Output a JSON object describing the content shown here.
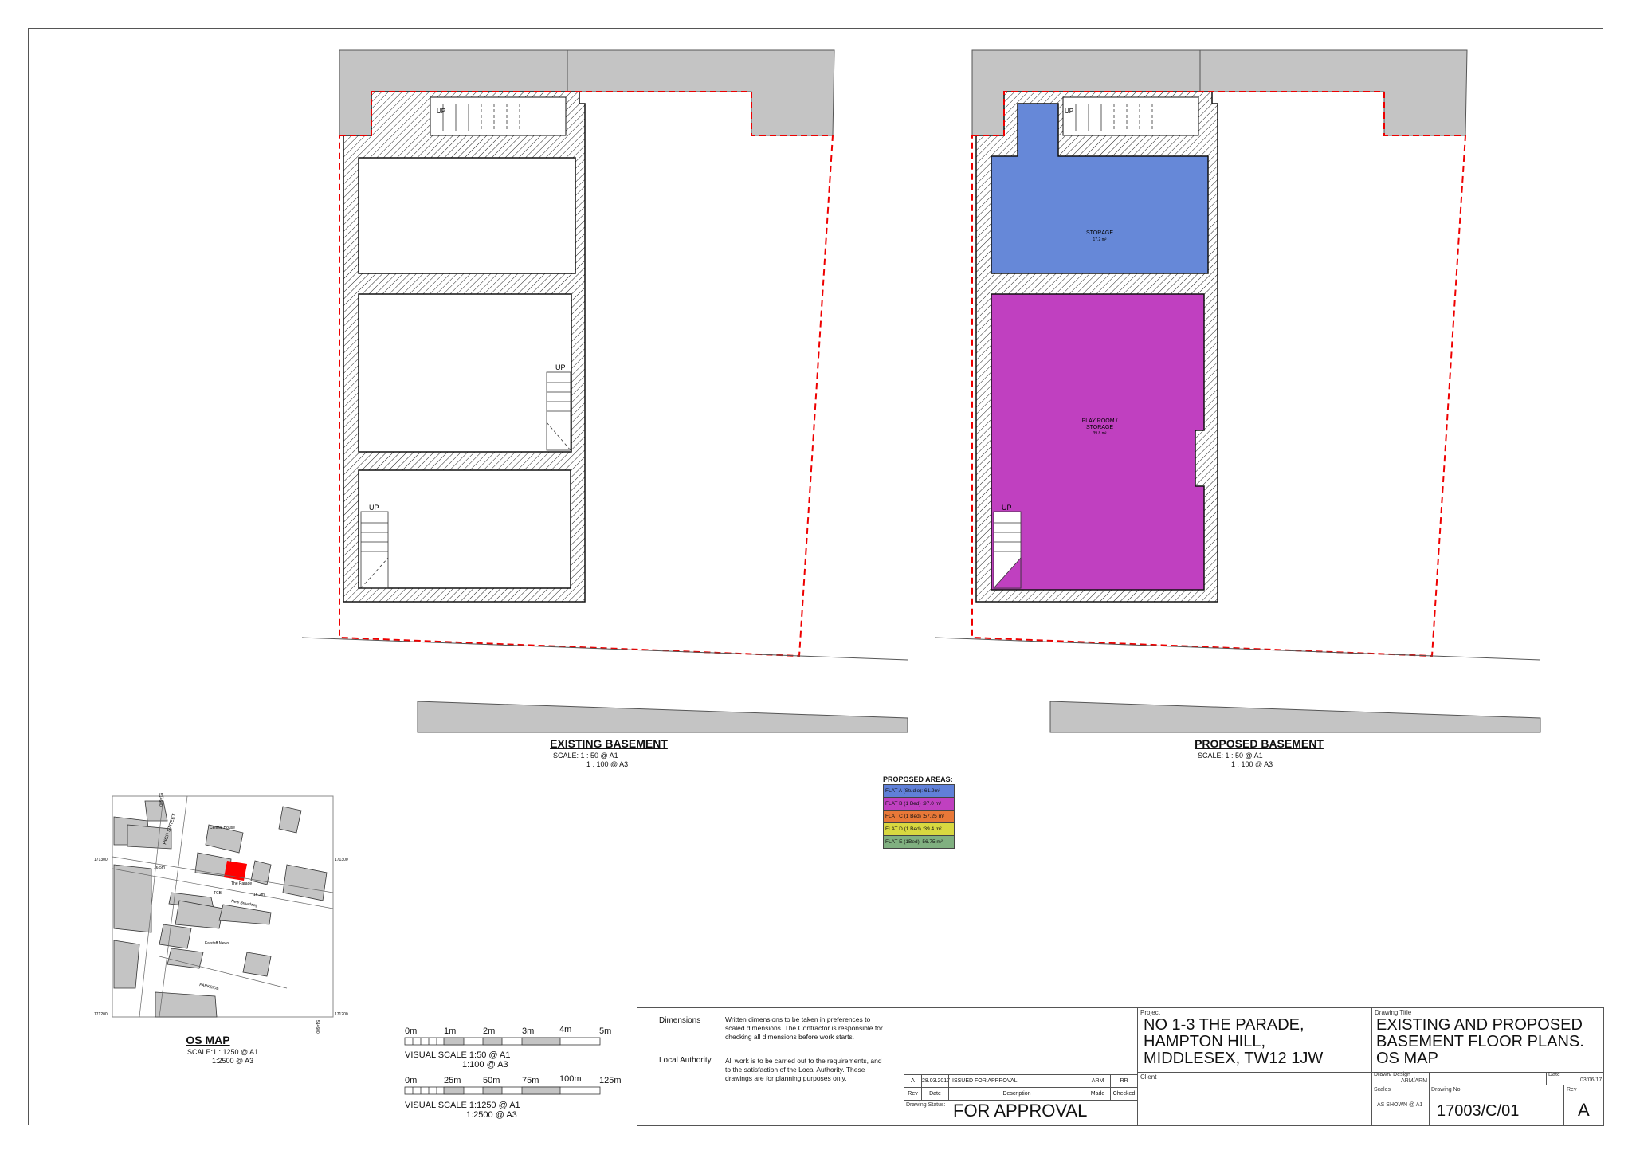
{
  "existing": {
    "title": "EXISTING BASEMENT",
    "scale_line1": "SCALE: 1 : 50 @ A1",
    "scale_line2": "1 : 100 @ A3",
    "up_labels": [
      "UP",
      "UP",
      "UP"
    ]
  },
  "proposed": {
    "title": "PROPOSED BASEMENT",
    "scale_line1": "SCALE: 1 : 50 @ A1",
    "scale_line2": "1 : 100 @ A3",
    "up_labels": [
      "UP",
      "UP"
    ],
    "rooms": [
      {
        "name": "STORAGE",
        "area": "17.2 m²",
        "color": "#6688d8"
      },
      {
        "name_line1": "PLAY ROOM /",
        "name_line2": "STORAGE",
        "area": "39.8 m²",
        "color": "#c040c0"
      }
    ]
  },
  "legend": {
    "title": "PROPOSED AREAS:",
    "items": [
      {
        "label": "FLAT A (Studio): 61.9m²",
        "color": "#6080d8"
      },
      {
        "label": "FLAT B (1 Bed) :97.0 m²",
        "color": "#c040c0"
      },
      {
        "label": "FLAT C (1 Bed) :57.25 m²",
        "color": "#e87838"
      },
      {
        "label": "FLAT D (1 Bed) :39.4 m²",
        "color": "#d8d840"
      },
      {
        "label": "FLAT E (1Bed): 56.75 m²",
        "color": "#80b080"
      }
    ]
  },
  "os_map": {
    "title": "OS MAP",
    "scale_line1": "SCALE:1 : 1250 @ A1",
    "scale_line2": "1:2500 @ A3",
    "grid_labels": {
      "north_top": "171300",
      "north_bottom": "171200",
      "east": "514600"
    },
    "street_labels": [
      "HIGH STREET",
      "Central House",
      "The Parade",
      "New Broadway",
      "Falstaff Mews",
      "PARKSIDE",
      "TCB"
    ],
    "spot_heights": [
      "16.5m",
      "16.2m"
    ],
    "site_color": "#ff0000"
  },
  "scale_bars": [
    {
      "ticks": [
        "0m",
        "1m",
        "2m",
        "3m",
        "4m",
        "5m"
      ],
      "caption1": "VISUAL SCALE 1:50  @ A1",
      "caption2": "1:100 @ A3"
    },
    {
      "ticks": [
        "0m",
        "25m",
        "50m",
        "75m",
        "100m",
        "125m"
      ],
      "caption1": "VISUAL SCALE 1:1250  @ A1",
      "caption2": "1:2500 @ A3"
    }
  ],
  "title_block": {
    "notes": [
      {
        "heading": "Dimensions",
        "text": "Written dimensions to be taken in preferences to scaled dimensions.  The Contractor is responsible for checking all dimensions before work starts."
      },
      {
        "heading": "Local Authority",
        "text": "All work is to be carried out to the requirements, and to the satisfaction of the Local Authority. These drawings are for planning purposes only."
      }
    ],
    "revision": {
      "rev": "A",
      "date": "28.03.2017",
      "description": "ISSUED FOR APPROVAL",
      "made": "ARM",
      "checked": "RR"
    },
    "revision_headers": {
      "rev": "Rev",
      "date": "Date",
      "description": "Description",
      "made": "Made",
      "checked": "Checked"
    },
    "drawing_status_label": "Drawing Status:",
    "drawing_status": "FOR APPROVAL",
    "project_label": "Project",
    "project": [
      "NO 1-3 THE PARADE,",
      "HAMPTON HILL,",
      "MIDDLESEX, TW12 1JW"
    ],
    "client_label": "Client",
    "drawing_title_label": "Drawing Title",
    "drawing_title": [
      "EXISTING AND PROPOSED",
      "BASEMENT FLOOR PLANS.",
      "OS MAP"
    ],
    "drawn_label": "Drawn/ Design",
    "drawn": "ARM/ARM",
    "date_label": "Date",
    "date": "03/06/17",
    "scales_label": "Scales",
    "scales": "AS SHOWN @ A1",
    "drawing_no_label": "Drawing No.",
    "drawing_no": "17003/C/01",
    "rev_label": "Rev",
    "rev": "A"
  }
}
